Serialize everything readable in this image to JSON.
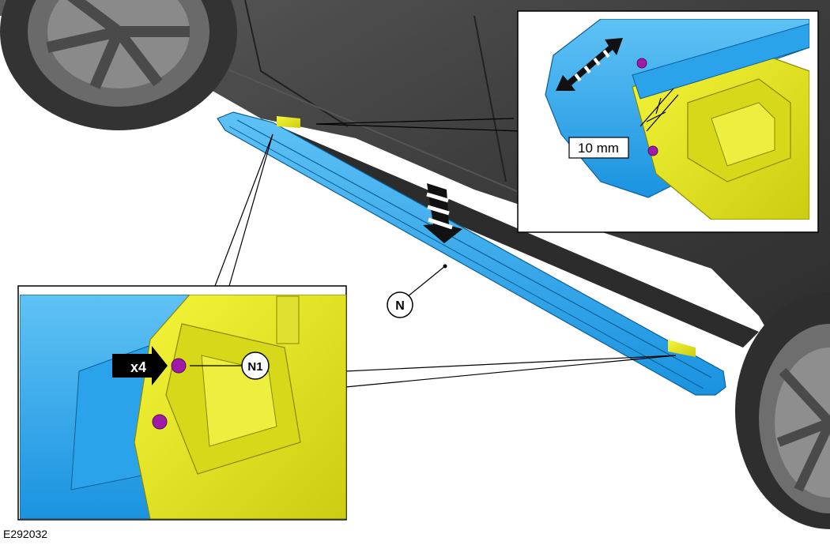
{
  "figure_id": "E292032",
  "callouts": {
    "board": "N",
    "fastener": "N1",
    "quantity": "x4",
    "gap": "10 mm"
  },
  "colors": {
    "panel_blue": "#1a93e0",
    "bracket_yellow": "#e6e61e",
    "body_gray": "#3a3a3a",
    "fastener_purple": "#a01aa8"
  }
}
